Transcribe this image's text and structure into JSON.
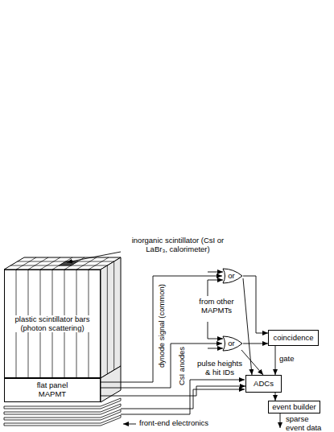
{
  "diagram": {
    "nodes": [
      {
        "text": [
          "plastic scintillator bars (photon scattering)"
        ]
      },
      {
        "text": [
          "flat panel MAPMT"
        ]
      },
      {
        "text": [
          "or"
        ]
      },
      {
        "text": [
          "or"
        ]
      },
      {
        "text": [
          "coincidence"
        ]
      },
      {
        "text": [
          "ADCs"
        ]
      },
      {
        "text": [
          "event builder"
        ]
      }
    ],
    "edges": [
      {
        "from": 1,
        "to": 2,
        "arrow": "to"
      },
      {
        "from": 1,
        "to": 3,
        "arrow": "to"
      },
      {
        "from": 1,
        "to": 5,
        "arrow": "to"
      },
      {
        "from": 2,
        "to": 4,
        "arrow": "to"
      },
      {
        "from": 3,
        "to": 4,
        "arrow": "to"
      },
      {
        "from": 2,
        "to": 5,
        "arrow": "to"
      },
      {
        "from": 3,
        "to": 5,
        "arrow": "to"
      },
      {
        "from": 4,
        "to": 5,
        "arrow": "to"
      },
      {
        "from": 5,
        "to": 6,
        "arrow": "to"
      }
    ],
    "labels": [
      "inorganic scintillator (CsI or LaBr₃, calorimeter)",
      "dynode signal (common)",
      "CsI anodes",
      "from other MAPMTs",
      "pulse heights & hit IDs",
      "gate",
      "sparse event data",
      "front-end electronics"
    ]
  }
}
